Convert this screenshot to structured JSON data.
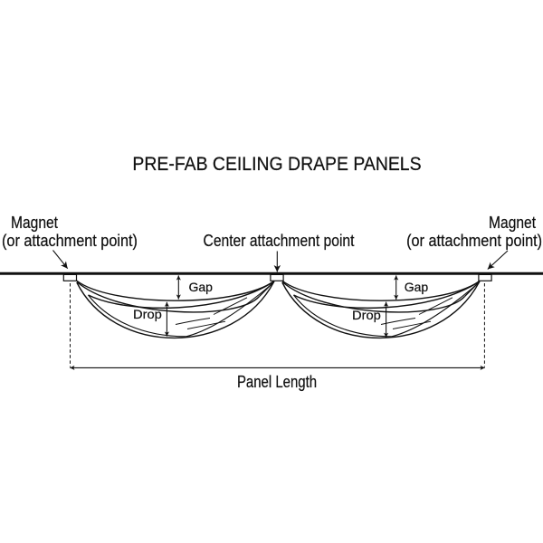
{
  "title": "PRE-FAB CEILING DRAPE PANELS",
  "annotations": {
    "left_attachment": {
      "line1": "Magnet",
      "line2": "(or attachment point)"
    },
    "center_attachment": {
      "label": "Center attachment point"
    },
    "right_attachment": {
      "line1": "Magnet",
      "line2": "(or attachment point)"
    },
    "left_swag": {
      "gap": "Gap",
      "drop": "Drop"
    },
    "right_swag": {
      "gap": "Gap",
      "drop": "Drop"
    },
    "panel_length_label": "Panel Length"
  },
  "colors": {
    "ink": "#111111",
    "background": "#ffffff"
  }
}
